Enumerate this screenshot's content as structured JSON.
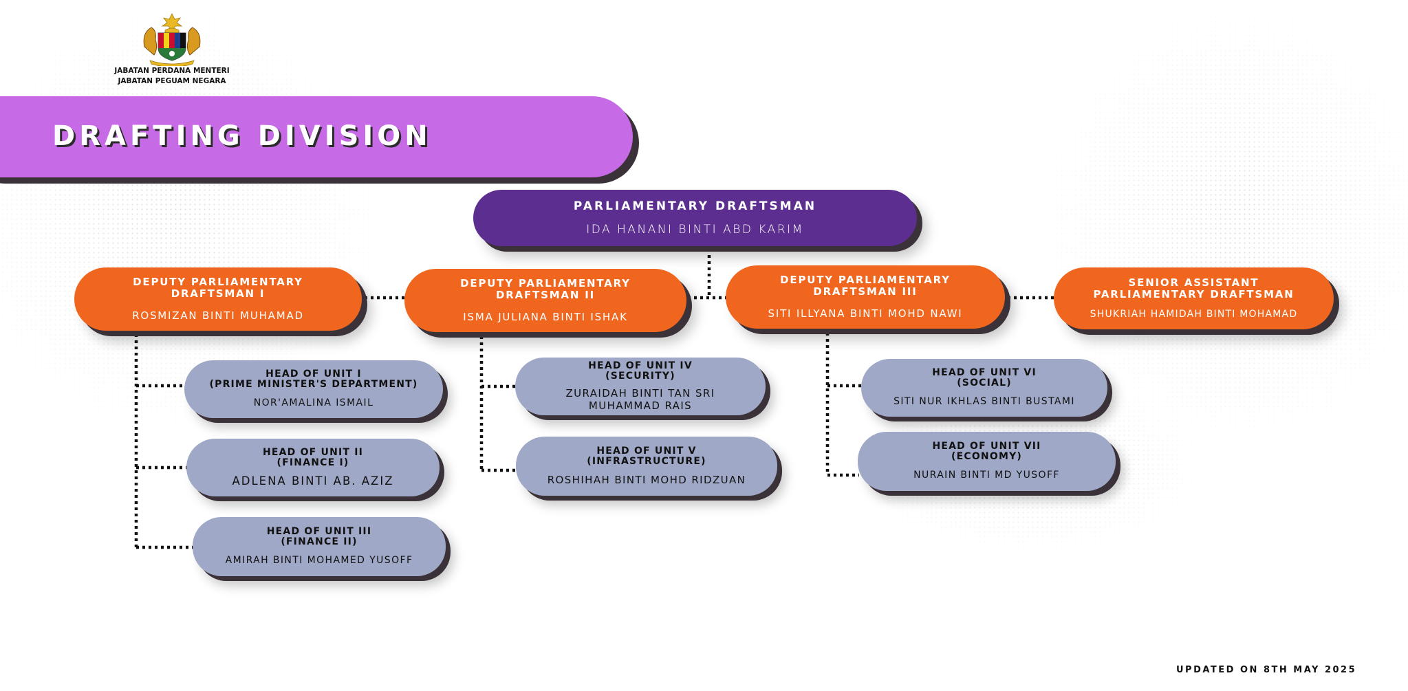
{
  "header": {
    "agency_line1": "JABATAN PERDANA MENTERI",
    "agency_line2": "JABATAN PEGUAM NEGARA"
  },
  "banner": {
    "title": "DRAFTING DIVISION"
  },
  "chart": {
    "parliamentary_draftsman": {
      "title": "PARLIAMENTARY DRAFTSMAN",
      "name": "IDA HANANI BINTI ABD KARIM"
    },
    "deputies": [
      {
        "title": "DEPUTY PARLIAMENTARY\nDRAFTSMAN I",
        "name": "ROSMIZAN BINTI MUHAMAD"
      },
      {
        "title": "DEPUTY PARLIAMENTARY\nDRAFTSMAN II",
        "name": "ISMA JULIANA BINTI ISHAK"
      },
      {
        "title": "DEPUTY PARLIAMENTARY\nDRAFTSMAN III",
        "name": "SITI ILLYANA BINTI MOHD NAWI"
      }
    ],
    "senior_assistant": {
      "title": "SENIOR ASSISTANT\nPARLIAMENTARY DRAFTSMAN",
      "name": "SHUKRIAH HAMIDAH BINTI MOHAMAD"
    },
    "units": [
      {
        "title": "HEAD OF UNIT I\n(PRIME MINISTER'S DEPARTMENT)",
        "name": "NOR'AMALINA ISMAIL"
      },
      {
        "title": "HEAD OF UNIT II\n(FINANCE I)",
        "name": "ADLENA BINTI AB. AZIZ"
      },
      {
        "title": "HEAD OF UNIT III\n(FINANCE II)",
        "name": "AMIRAH BINTI MOHAMED YUSOFF"
      },
      {
        "title": "HEAD OF UNIT IV\n(SECURITY)",
        "name": "ZURAIDAH BINTI TAN SRI\nMUHAMMAD RAIS"
      },
      {
        "title": "HEAD OF UNIT V\n(INFRASTRUCTURE)",
        "name": "ROSHIHAH BINTI MOHD RIDZUAN"
      },
      {
        "title": "HEAD OF UNIT VI\n(SOCIAL)",
        "name": "SITI NUR IKHLAS BINTI BUSTAMI"
      },
      {
        "title": "HEAD OF UNIT VII\n(ECONOMY)",
        "name": "NURAIN BINTI MD YUSOFF"
      }
    ]
  },
  "footer": {
    "updated": "UPDATED ON 8TH MAY 2025"
  },
  "colors": {
    "banner": "#c66ae6",
    "parliamentary_draftsman": "#5c2e8f",
    "deputy": "#f0661e",
    "unit": "#9fa8c6",
    "shadow": "#3a3238"
  }
}
